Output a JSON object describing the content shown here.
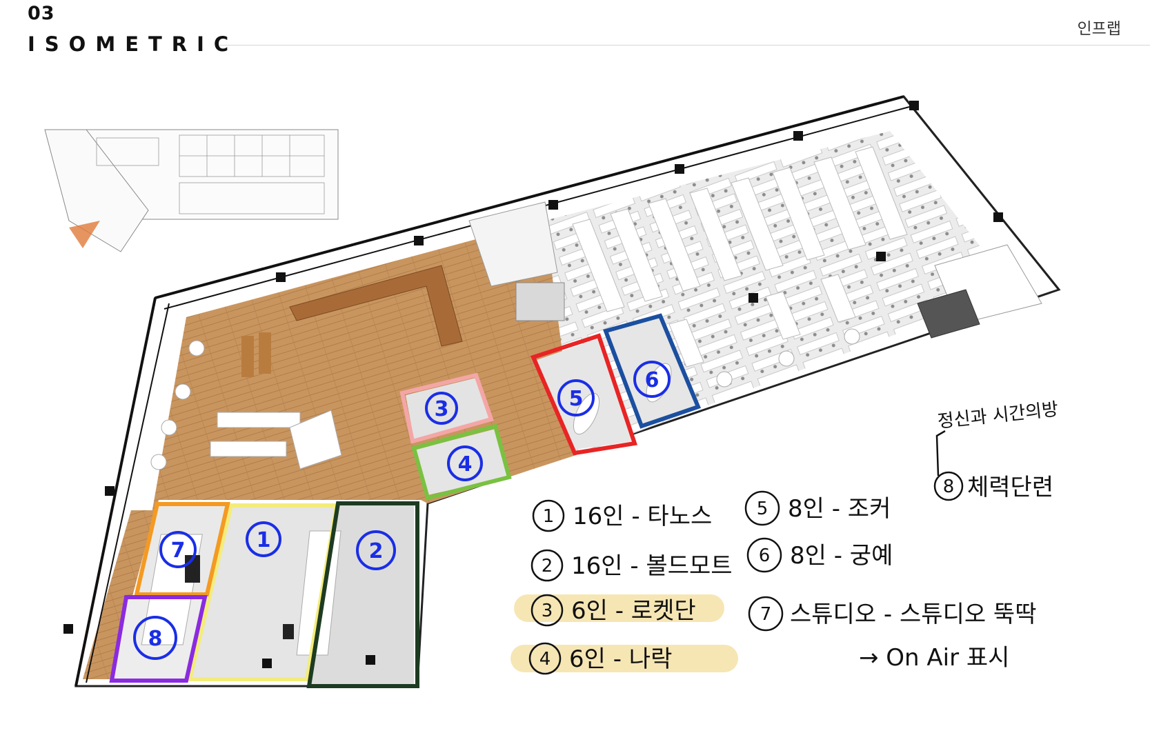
{
  "header": {
    "section_number": "03",
    "section_title": "ISOMETRIC",
    "company": "인프랩"
  },
  "room_markers": [
    {
      "number": "1",
      "color": "#f4ec7a"
    },
    {
      "number": "2",
      "color": "#1d3b22"
    },
    {
      "number": "3",
      "color": "#f4a6a6"
    },
    {
      "number": "4",
      "color": "#7ac142"
    },
    {
      "number": "5",
      "color": "#e82424"
    },
    {
      "number": "6",
      "color": "#1b4fa0"
    },
    {
      "number": "7",
      "color": "#f49a22"
    },
    {
      "number": "8",
      "color": "#8b2be0"
    }
  ],
  "legend": {
    "items": [
      {
        "number": "1",
        "text": "16인 - 타노스"
      },
      {
        "number": "2",
        "text": "16인 - 볼드모트"
      },
      {
        "number": "3",
        "text": "6인 - 로켓단",
        "highlighted": true
      },
      {
        "number": "4",
        "text": "6인 - 나락",
        "highlighted": true
      },
      {
        "number": "5",
        "text": "8인 - 조커"
      },
      {
        "number": "6",
        "text": "8인 - 궁예"
      },
      {
        "number": "7",
        "text": "스튜디오 - 스튜디오 뚝딱"
      },
      {
        "number": "8",
        "text": "체력단련"
      }
    ],
    "sub_note": "→ On Air 표시",
    "side_note": "정신과 시간의방",
    "highlight_color": "#f6e6b4"
  },
  "colors": {
    "marker_ink": "#1a2ee6",
    "floor_wood": "#c9955f",
    "floor_grey": "#ececec"
  }
}
